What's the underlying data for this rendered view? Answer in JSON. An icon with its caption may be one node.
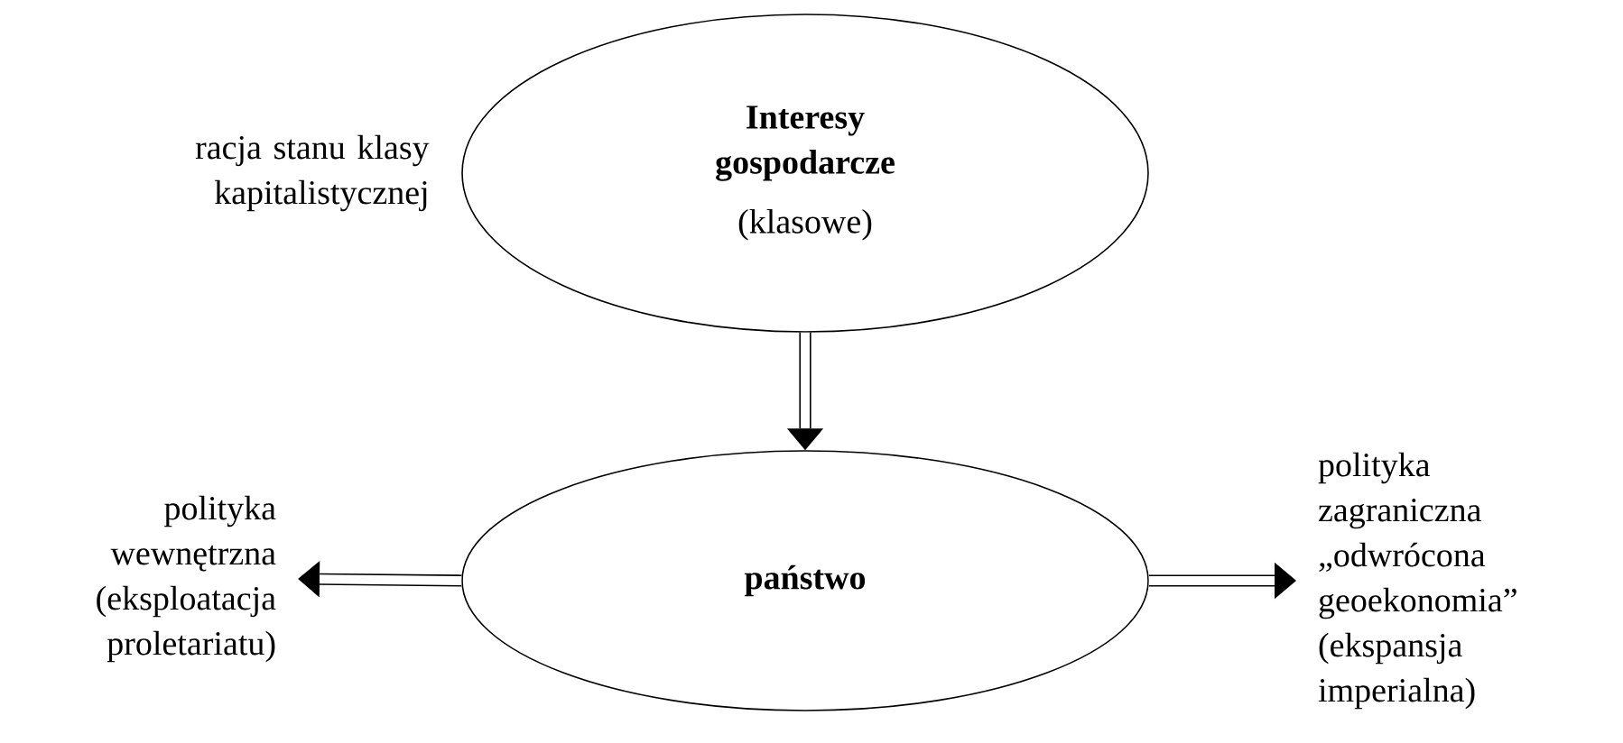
{
  "diagram": {
    "nodes": [
      {
        "text": [
          "Interesy gospodarcze",
          "(klasowe)"
        ],
        "beside": [
          "racja stanu klasy kapitalistycznej"
        ]
      },
      {
        "text": [
          "państwo"
        ]
      },
      {
        "text": [
          "polityka wewnętrzna (eksploatacja proletariatu)"
        ]
      },
      {
        "text": [
          "polityka zagraniczna „odwrócona geoekonomia” (ekspansja imperialna)"
        ]
      }
    ],
    "edges": [
      {
        "from": 0,
        "to": 1,
        "arrow": "to"
      },
      {
        "from": 1,
        "to": 2,
        "arrow": "to"
      },
      {
        "from": 1,
        "to": 3,
        "arrow": "to"
      }
    ]
  }
}
